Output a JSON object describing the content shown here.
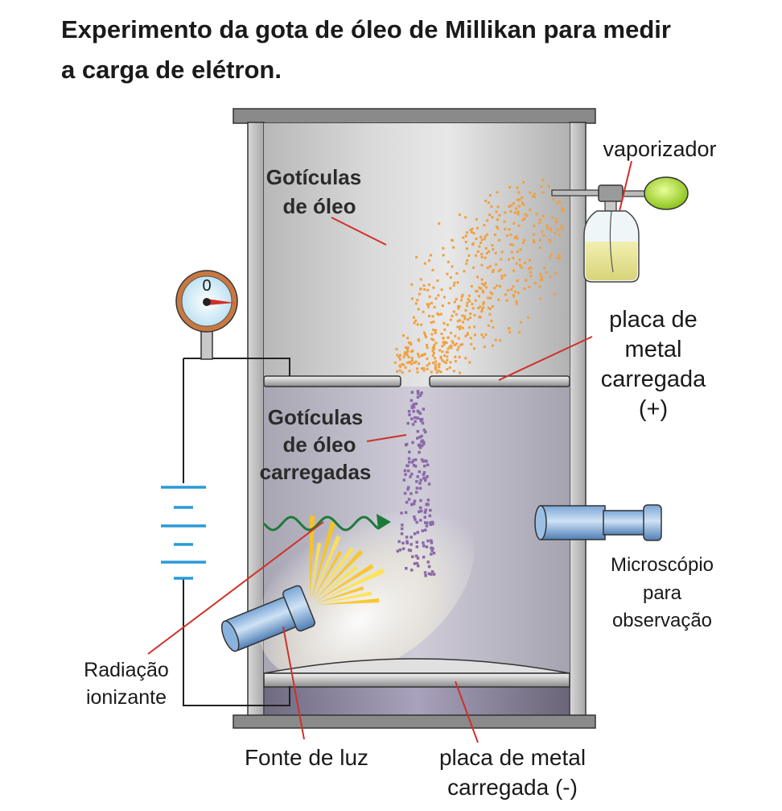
{
  "title": {
    "line1": "Experimento da gota de óleo de Millikan para medir",
    "line2": "a carga de elétron."
  },
  "labels": {
    "droplets_l1": "Gotículas",
    "droplets_l2": "de óleo",
    "charged_l1": "Gotículas",
    "charged_l2": "de óleo",
    "charged_l3": "carregadas",
    "vaporizer": "vaporizador",
    "plate_pos_l1": "placa de",
    "plate_pos_l2": "metal",
    "plate_pos_l3": "carregada",
    "plate_pos_l4": "(+)",
    "micro_l1": "Microscópio",
    "micro_l2": "para",
    "micro_l3": "observação",
    "radiation_l1": "Radiação",
    "radiation_l2": "ionizante",
    "light_source": "Fonte de luz",
    "plate_neg_l1": "placa de metal",
    "plate_neg_l2": "carregada (-)",
    "gauge_zero": "0"
  },
  "colors": {
    "droplets": "#f0a040",
    "charged_droplets": "#8a6aa8",
    "pointer_line": "#d0302a",
    "wave": "#1e7a3a",
    "gauge_rim": "#c87840",
    "battery": "#2a9ad8"
  }
}
